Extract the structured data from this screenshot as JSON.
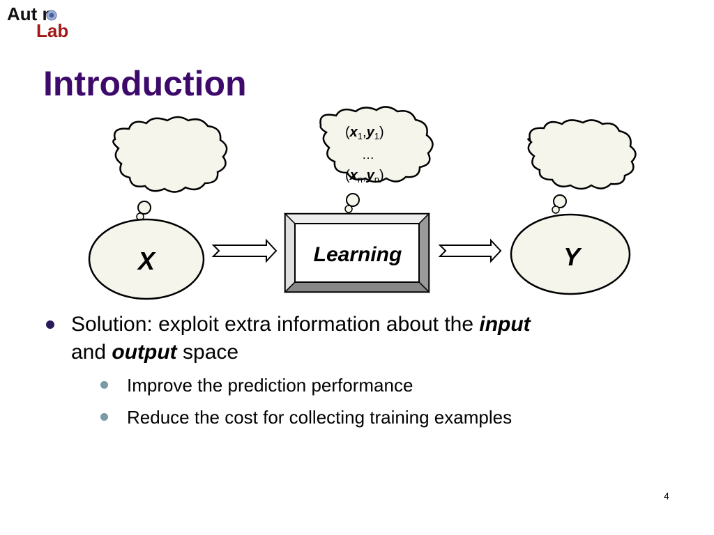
{
  "logo": {
    "line1": "Aut n",
    "line2": "Lab"
  },
  "title": "Introduction",
  "diagram": {
    "input_label": "X",
    "learning_label": "Learning",
    "output_label": "Y",
    "data_cloud": {
      "open": "(",
      "x": "x",
      "sub1": "1",
      "comma": ",",
      "y": "y",
      "subn": "n",
      "close": ")",
      "ellipsis": "…"
    }
  },
  "bullets": {
    "main": {
      "text_before": "Solution: exploit extra information about the ",
      "emph_input": "input",
      "text_and": "and ",
      "emph_output": "output",
      "text_after": " space"
    },
    "sub": [
      "Improve the prediction performance",
      "Reduce the cost for collecting training examples"
    ]
  },
  "page_number": "4",
  "colors": {
    "title": "#3d0a6b",
    "cloud_fill": "#f5f5ec",
    "logo_red": "#a01818"
  }
}
